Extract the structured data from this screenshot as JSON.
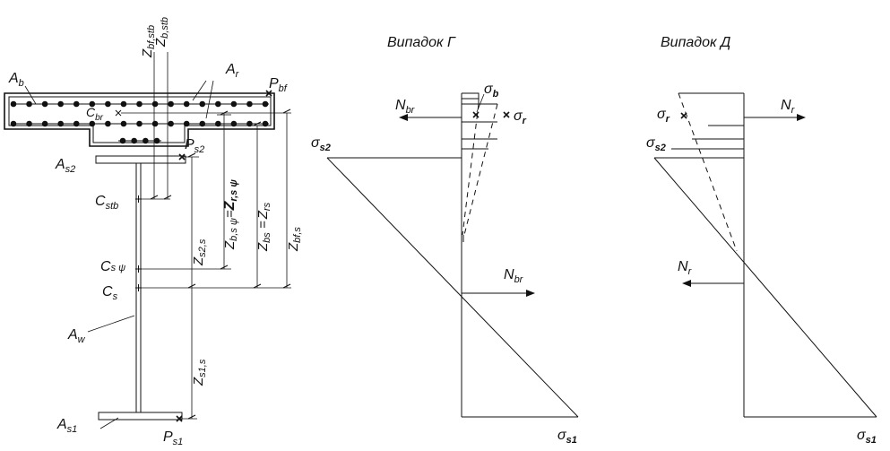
{
  "section": {
    "A_b": "A",
    "A_b_sub": "b",
    "A_r": "A",
    "A_r_sub": "r",
    "P_bf": "P",
    "P_bf_sub": "bf",
    "C_br": "C",
    "C_br_sub": "br",
    "P_s2": "P",
    "P_s2_sub": "s2",
    "A_s2": "A",
    "A_s2_sub": "s2",
    "C_stb": "C",
    "C_stb_sub": "stb",
    "C_spsi": "C",
    "C_spsi_sub": "s ψ",
    "C_s": "C",
    "C_s_sub": "s",
    "A_w": "A",
    "A_w_sub": "w",
    "A_s1": "A",
    "A_s1_sub": "s1",
    "P_s1": "P",
    "P_s1_sub": "s1"
  },
  "dims": {
    "Z_bf_stb": "Z",
    "Z_bf_stb_sub": "bf,stb",
    "Z_b_stb": "Z",
    "Z_b_stb_sub": "b,stb",
    "Z_s2_s": "Z",
    "Z_s2_s_sub": "s2,s",
    "Z_bspsi": "Z",
    "Z_bspsi_sub": "b,s ψ",
    "eq1": "=",
    "Z_rspsi": "Z",
    "Z_rspsi_sub": "r,s ψ",
    "Z_bs": "Z",
    "Z_bs_sub": "bs",
    "eq2": " =",
    "Z_rs": "Z",
    "Z_rs_sub": "rs",
    "Z_bf_s": "Z",
    "Z_bf_s_sub": "bf,s",
    "Z_s1_s": "Z",
    "Z_s1_s_sub": "s1,s"
  },
  "case_g": {
    "title": "Випадок Г",
    "N_br_top": "N",
    "N_br_top_sub": "br",
    "sigma_b": "σ",
    "sigma_b_sub": "b",
    "sigma_r": "σ",
    "sigma_r_sub": "r",
    "sigma_s2": "σ",
    "sigma_s2_sub": "s2",
    "N_br_mid": "N",
    "N_br_mid_sub": "br",
    "sigma_s1": "σ",
    "sigma_s1_sub": "s1"
  },
  "case_d": {
    "title": "Випадок Д",
    "sigma_r": "σ",
    "sigma_r_sub": "r",
    "N_r_top": "N",
    "N_r_top_sub": "r",
    "sigma_s2": "σ",
    "sigma_s2_sub": "s2",
    "N_r_mid": "N",
    "N_r_mid_sub": "r",
    "sigma_s1": "σ",
    "sigma_s1_sub": "s1"
  }
}
